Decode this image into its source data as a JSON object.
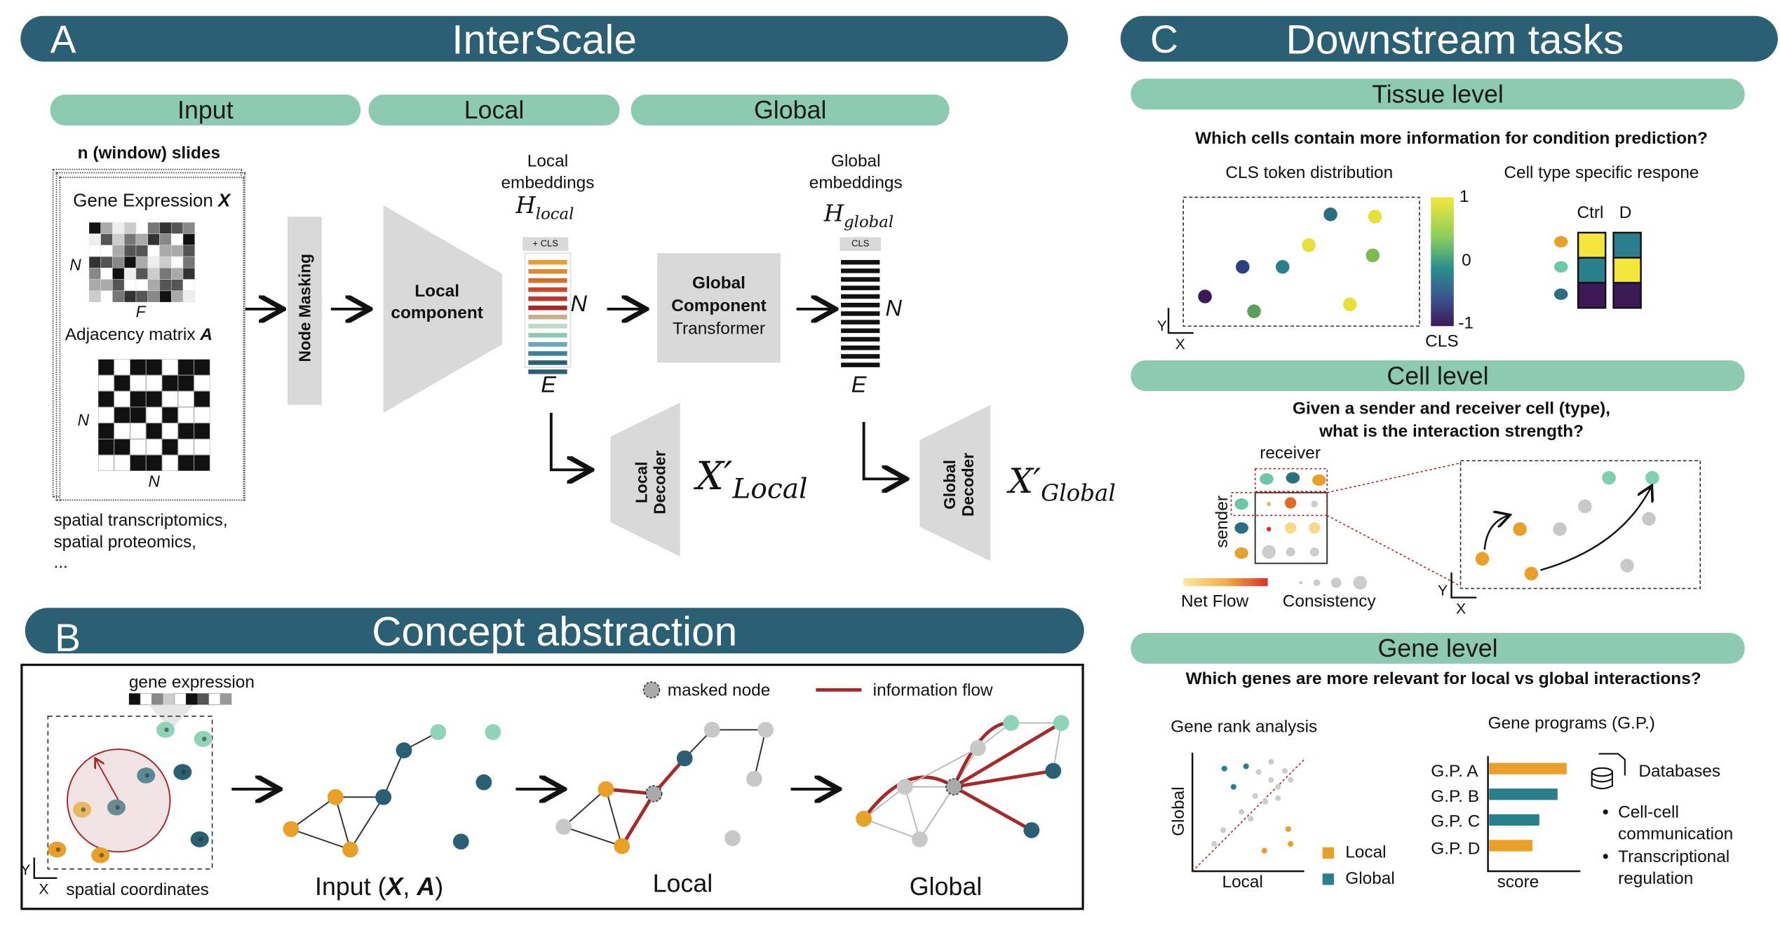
{
  "panel_a": {
    "letter": "A",
    "title": "InterScale",
    "stage_input": "Input",
    "stage_local": "Local",
    "stage_global": "Global",
    "slides_label": "n (window) slides",
    "gene_expression_label": "Gene Expression",
    "gene_expression_symbol": "X",
    "adjacency_label": "Adjacency matrix",
    "adjacency_symbol": "A",
    "axis_n": "N",
    "axis_f": "F",
    "modalities": "spatial transcriptomics,",
    "modalities_2": "spatial proteomics,",
    "modalities_3": "...",
    "node_masking": "Node Masking",
    "local_component": "Local component",
    "local_embeddings_1": "Local",
    "local_embeddings_2": "embeddings",
    "h_local": "H",
    "h_local_sub": "local",
    "cls_local": "+ CLS",
    "cls_global": "CLS",
    "axis_e": "E",
    "global_component_1": "Global",
    "global_component_2": "Component",
    "global_component_3": "Transformer",
    "global_embeddings_1": "Global",
    "global_embeddings_2": "embeddings",
    "h_global": "H",
    "h_global_sub": "global",
    "local_decoder_1": "Local",
    "local_decoder_2": "Decoder",
    "global_decoder_1": "Global",
    "global_decoder_2": "Decoder",
    "x_local": "X′",
    "x_local_sub": "Local",
    "x_global": "X′",
    "x_global_sub": "Global"
  },
  "panel_b": {
    "letter": "B",
    "title": "Concept abstraction",
    "gene_expression": "gene expression",
    "masked_node": "masked node",
    "information_flow": "information flow",
    "spatial_coordinates": "spatial coordinates",
    "axis_y": "Y",
    "axis_x": "X",
    "input_label_pre": "Input (",
    "input_label_x": "X",
    "input_label_sep": ", ",
    "input_label_a": "A",
    "input_label_post": ")",
    "local_label": "Local",
    "global_label": "Global"
  },
  "panel_c": {
    "letter": "C",
    "title": "Downstream tasks",
    "tissue_level": "Tissue level",
    "tissue_question": "Which cells contain more information for condition prediction?",
    "cls_distribution": "CLS token distribution",
    "cell_type_response": "Cell type specific respone",
    "colorbar_max": "1",
    "colorbar_mid": "0",
    "colorbar_min": "-1",
    "colorbar_label": "CLS",
    "ctrl": "Ctrl",
    "d": "D",
    "axis_y": "Y",
    "axis_x": "X",
    "cell_level": "Cell level",
    "cell_question_1": "Given a sender and receiver cell (type),",
    "cell_question_2": "what is the interaction strength?",
    "receiver": "receiver",
    "sender": "sender",
    "net_flow": "Net Flow",
    "consistency": "Consistency",
    "gene_level": "Gene level",
    "gene_question": "Which genes are more relevant for local vs global interactions?",
    "gene_rank": "Gene rank analysis",
    "gene_programs": "Gene programs (G.P.)",
    "rank_y": "Global",
    "rank_x": "Local",
    "legend_local": "Local",
    "legend_global": "Global",
    "gp_labels": [
      "G.P. A",
      "G.P. B",
      "G.P. C",
      "G.P. D"
    ],
    "gp_axis": "score",
    "databases": "Databases",
    "db_item_1a": "Cell-cell",
    "db_item_1b": "communication",
    "db_item_2a": "Transcriptional",
    "db_item_2b": "regulation",
    "colors": {
      "teal": "#2a5f74",
      "mint": "#8ccbb1",
      "orange": "#e8a02a",
      "red": "#a52a2a",
      "gray": "#c8c8c8"
    }
  }
}
